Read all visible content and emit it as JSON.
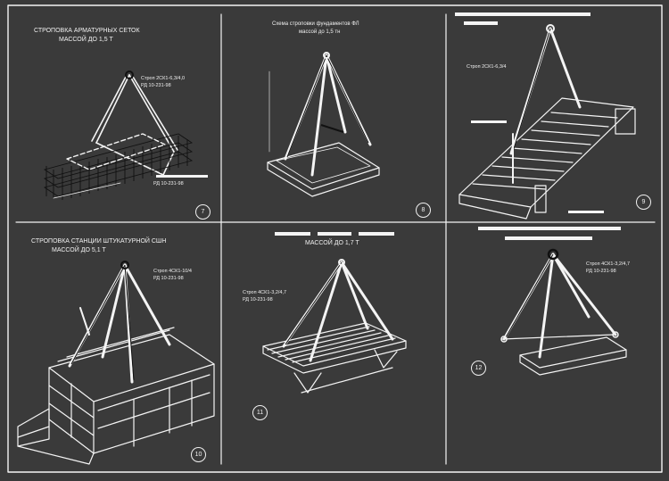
{
  "panels": [
    {
      "title1": "СТРОПОВКА АРМАТУРНЫХ СЕТОК",
      "title2": "МАССОЙ ДО 1,5 Т",
      "sling": "Строп 2СК1-6,3/4,0",
      "doc": "РД 10-231-98",
      "doc2": "РД 10-231-98",
      "num": "7"
    },
    {
      "title1": "Схема строповки фундаментов ФЛ",
      "title2": "массой до 1,5 тн",
      "num": "8"
    },
    {
      "sling": "Строп 2СК1-6,3/4",
      "num": "9"
    },
    {
      "title1": "СТРОПОВКА СТАНЦИИ ШТУКАТУРНОЙ СШН",
      "title2": "МАССОЙ ДО 5,1 Т",
      "sling": "Строп 4СК1-10/4",
      "doc": "РД 10-231-98",
      "num": "10"
    },
    {
      "title1": "МАССОЙ ДО 1,7 Т",
      "sling": "Строп 4СК1-3,2/4,7",
      "doc": "РД 10-231-98",
      "num": "11"
    },
    {
      "sling": "Строп 4СК1-3,2/4,7",
      "doc": "РД 10-231-98",
      "num": "12"
    }
  ],
  "colors": {
    "background": "#3a3a3a",
    "lines": "#f4f4f4"
  }
}
